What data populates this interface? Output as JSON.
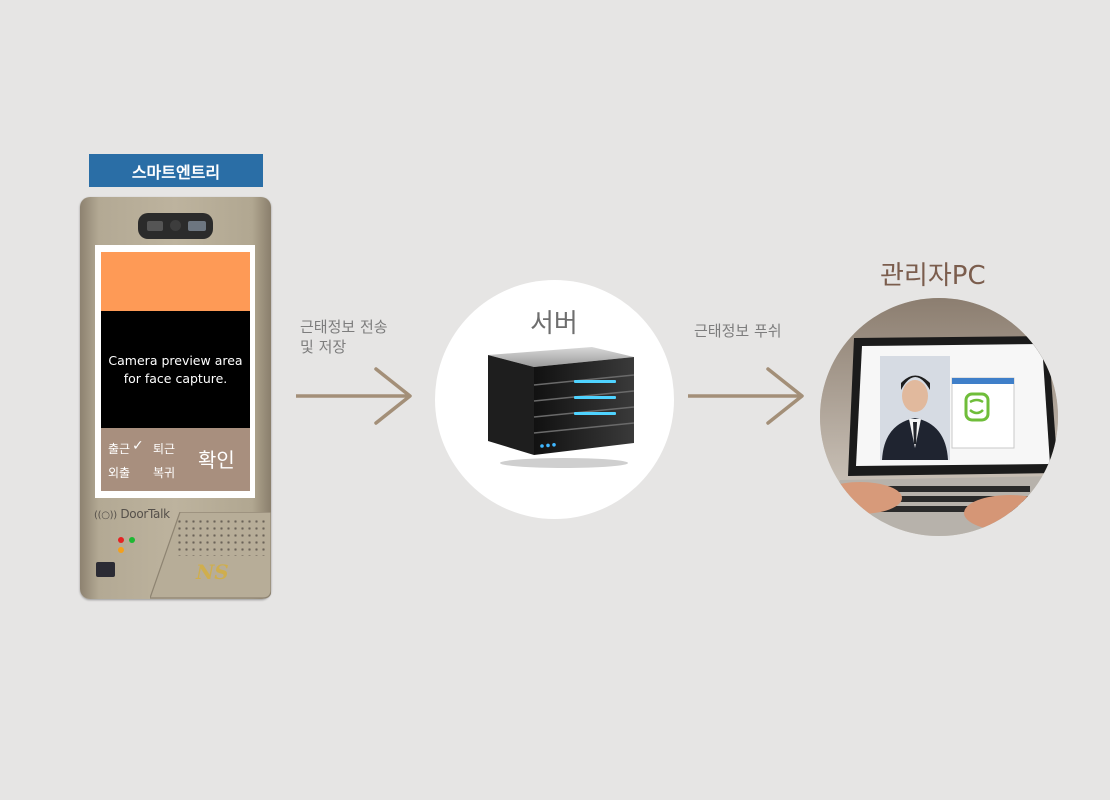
{
  "device": {
    "label": "스마트엔트리",
    "camera_placeholder": "Camera preview area for face capture.",
    "buttons": {
      "clock_in": "출근",
      "check": "✓",
      "clock_out": "퇴근",
      "outing": "외출",
      "return": "복귀",
      "confirm": "확인"
    },
    "brand": "DoorTalk"
  },
  "arrows": {
    "to_server_line1": "근태정보 전송",
    "to_server_line2": "및 저장",
    "to_pc": "근태정보 푸쉬"
  },
  "server": {
    "title": "서버"
  },
  "admin_pc": {
    "title": "관리자PC"
  },
  "colors": {
    "background": "#e6e5e4",
    "label_blue": "#2a6ea6",
    "arrow": "#a38f78",
    "screen_orange": "#fe9a56",
    "button_panel": "#a88f7e"
  }
}
